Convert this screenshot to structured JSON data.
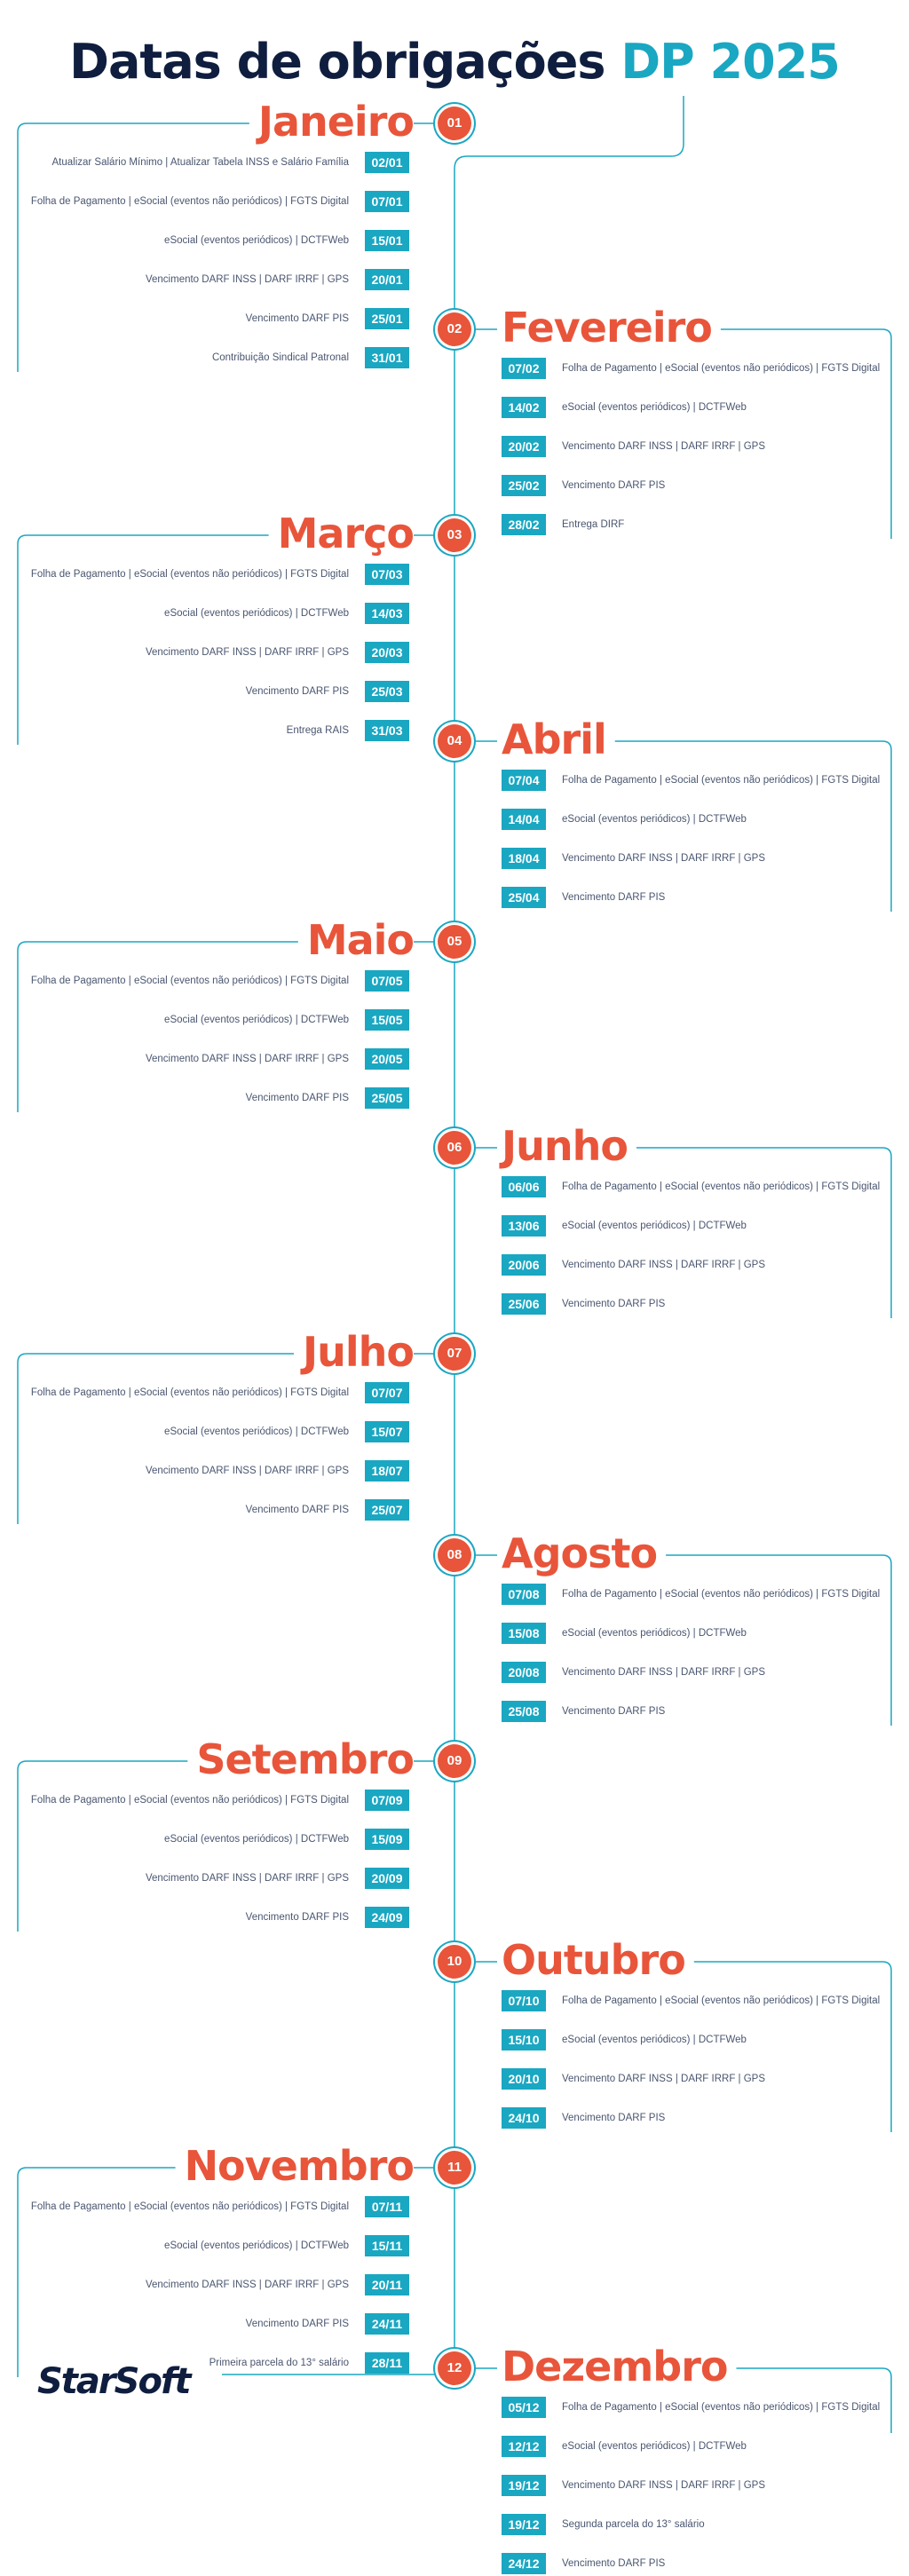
{
  "title": {
    "main": "Datas de obrigações",
    "accent": "DP 2025"
  },
  "brand": {
    "logo": "StarSoft"
  },
  "colors": {
    "accent": "#1aa7c2",
    "orange": "#e8553a",
    "navy": "#0f1e3f",
    "text": "#4a5670"
  },
  "months": [
    {
      "num": "01",
      "name": "Janeiro",
      "side": "left",
      "items": [
        {
          "date": "02/01",
          "label": "Atualizar Salário Mínimo | Atualizar Tabela INSS e Salário Família"
        },
        {
          "date": "07/01",
          "label": "Folha de Pagamento | eSocial (eventos não periódicos) | FGTS Digital"
        },
        {
          "date": "15/01",
          "label": "eSocial (eventos periódicos) | DCTFWeb"
        },
        {
          "date": "20/01",
          "label": "Vencimento DARF INSS | DARF IRRF | GPS"
        },
        {
          "date": "25/01",
          "label": "Vencimento DARF PIS"
        },
        {
          "date": "31/01",
          "label": "Contribuição Sindical Patronal"
        }
      ]
    },
    {
      "num": "02",
      "name": "Fevereiro",
      "side": "right",
      "items": [
        {
          "date": "07/02",
          "label": "Folha de Pagamento | eSocial (eventos não periódicos) | FGTS Digital"
        },
        {
          "date": "14/02",
          "label": "eSocial (eventos periódicos) | DCTFWeb"
        },
        {
          "date": "20/02",
          "label": "Vencimento DARF INSS | DARF IRRF | GPS"
        },
        {
          "date": "25/02",
          "label": "Vencimento DARF PIS"
        },
        {
          "date": "28/02",
          "label": "Entrega DIRF"
        }
      ]
    },
    {
      "num": "03",
      "name": "Março",
      "side": "left",
      "items": [
        {
          "date": "07/03",
          "label": "Folha de Pagamento | eSocial (eventos não periódicos) | FGTS Digital"
        },
        {
          "date": "14/03",
          "label": "eSocial (eventos periódicos) | DCTFWeb"
        },
        {
          "date": "20/03",
          "label": "Vencimento DARF INSS | DARF IRRF | GPS"
        },
        {
          "date": "25/03",
          "label": "Vencimento DARF PIS"
        },
        {
          "date": "31/03",
          "label": "Entrega RAIS"
        }
      ]
    },
    {
      "num": "04",
      "name": "Abril",
      "side": "right",
      "items": [
        {
          "date": "07/04",
          "label": "Folha de Pagamento | eSocial (eventos não periódicos) | FGTS Digital"
        },
        {
          "date": "14/04",
          "label": "eSocial (eventos periódicos) | DCTFWeb"
        },
        {
          "date": "18/04",
          "label": "Vencimento DARF INSS | DARF IRRF | GPS"
        },
        {
          "date": "25/04",
          "label": "Vencimento DARF PIS"
        }
      ]
    },
    {
      "num": "05",
      "name": "Maio",
      "side": "left",
      "items": [
        {
          "date": "07/05",
          "label": "Folha de Pagamento | eSocial (eventos não periódicos) | FGTS Digital"
        },
        {
          "date": "15/05",
          "label": "eSocial (eventos periódicos) | DCTFWeb"
        },
        {
          "date": "20/05",
          "label": "Vencimento DARF INSS | DARF IRRF | GPS"
        },
        {
          "date": "25/05",
          "label": "Vencimento DARF PIS"
        }
      ]
    },
    {
      "num": "06",
      "name": "Junho",
      "side": "right",
      "items": [
        {
          "date": "06/06",
          "label": "Folha de Pagamento | eSocial (eventos não periódicos) | FGTS Digital"
        },
        {
          "date": "13/06",
          "label": "eSocial (eventos periódicos) | DCTFWeb"
        },
        {
          "date": "20/06",
          "label": "Vencimento DARF INSS | DARF IRRF | GPS"
        },
        {
          "date": "25/06",
          "label": "Vencimento DARF PIS"
        }
      ]
    },
    {
      "num": "07",
      "name": "Julho",
      "side": "left",
      "items": [
        {
          "date": "07/07",
          "label": "Folha de Pagamento | eSocial (eventos não periódicos) | FGTS Digital"
        },
        {
          "date": "15/07",
          "label": "eSocial (eventos periódicos) | DCTFWeb"
        },
        {
          "date": "18/07",
          "label": "Vencimento DARF INSS | DARF IRRF | GPS"
        },
        {
          "date": "25/07",
          "label": "Vencimento DARF PIS"
        }
      ]
    },
    {
      "num": "08",
      "name": "Agosto",
      "side": "right",
      "items": [
        {
          "date": "07/08",
          "label": "Folha de Pagamento | eSocial (eventos não periódicos) | FGTS Digital"
        },
        {
          "date": "15/08",
          "label": "eSocial (eventos periódicos) | DCTFWeb"
        },
        {
          "date": "20/08",
          "label": "Vencimento DARF INSS | DARF IRRF | GPS"
        },
        {
          "date": "25/08",
          "label": "Vencimento DARF PIS"
        }
      ]
    },
    {
      "num": "09",
      "name": "Setembro",
      "side": "left",
      "items": [
        {
          "date": "07/09",
          "label": "Folha de Pagamento | eSocial (eventos não periódicos) | FGTS Digital"
        },
        {
          "date": "15/09",
          "label": "eSocial (eventos periódicos) | DCTFWeb"
        },
        {
          "date": "20/09",
          "label": "Vencimento DARF INSS | DARF IRRF | GPS"
        },
        {
          "date": "24/09",
          "label": "Vencimento DARF PIS"
        }
      ]
    },
    {
      "num": "10",
      "name": "Outubro",
      "side": "right",
      "items": [
        {
          "date": "07/10",
          "label": "Folha de Pagamento | eSocial (eventos não periódicos) | FGTS Digital"
        },
        {
          "date": "15/10",
          "label": "eSocial (eventos periódicos) | DCTFWeb"
        },
        {
          "date": "20/10",
          "label": "Vencimento DARF INSS | DARF IRRF | GPS"
        },
        {
          "date": "24/10",
          "label": "Vencimento DARF PIS"
        }
      ]
    },
    {
      "num": "11",
      "name": "Novembro",
      "side": "left",
      "items": [
        {
          "date": "07/11",
          "label": "Folha de Pagamento | eSocial (eventos não periódicos) | FGTS Digital"
        },
        {
          "date": "15/11",
          "label": "eSocial (eventos periódicos) | DCTFWeb"
        },
        {
          "date": "20/11",
          "label": "Vencimento DARF INSS | DARF IRRF | GPS"
        },
        {
          "date": "24/11",
          "label": "Vencimento DARF PIS"
        },
        {
          "date": "28/11",
          "label": "Primeira parcela do 13° salário"
        }
      ]
    },
    {
      "num": "12",
      "name": "Dezembro",
      "side": "right",
      "items": [
        {
          "date": "05/12",
          "label": "Folha de Pagamento | eSocial (eventos não periódicos) | FGTS Digital"
        },
        {
          "date": "12/12",
          "label": "eSocial (eventos periódicos) | DCTFWeb"
        },
        {
          "date": "19/12",
          "label": "Vencimento DARF INSS | DARF IRRF | GPS"
        },
        {
          "date": "19/12",
          "label": "Segunda parcela do 13° salário"
        },
        {
          "date": "24/12",
          "label": "Vencimento DARF PIS"
        }
      ]
    }
  ]
}
